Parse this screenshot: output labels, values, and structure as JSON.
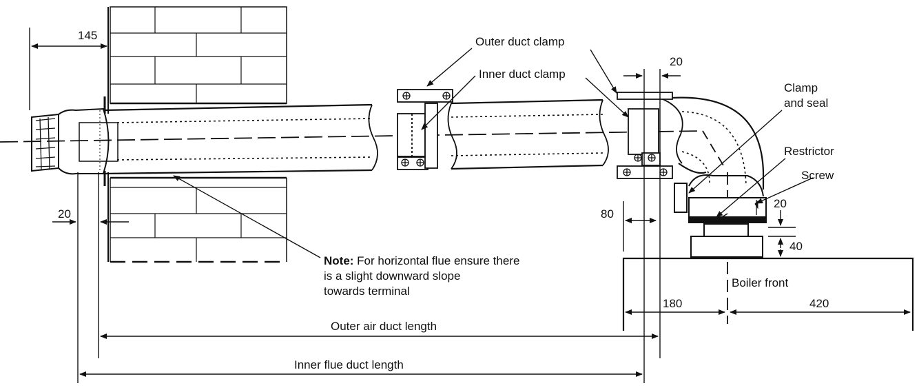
{
  "dimensions": {
    "terminal_projection": "145",
    "left_gap": "20",
    "clamp_gap": "20",
    "elbow_offset": "80",
    "restrictor_gap": "20",
    "boiler_gap": "40",
    "left_to_center": "180",
    "center_to_right": "420"
  },
  "labels": {
    "outer_duct_clamp": "Outer duct clamp",
    "inner_duct_clamp": "Inner duct clamp",
    "clamp_and_seal_line1": "Clamp",
    "clamp_and_seal_line2": "and seal",
    "restrictor": "Restrictor",
    "screw": "Screw",
    "boiler_front": "Boiler front",
    "outer_air_duct_length": "Outer air duct length",
    "inner_flue_duct_length": "Inner flue duct length"
  },
  "note": {
    "bold": "Note:",
    "line1": " For horizontal flue ensure there",
    "line2": "is a slight downward slope",
    "line3": "towards terminal"
  },
  "colors": {
    "ink": "#111111",
    "background": "#ffffff"
  }
}
